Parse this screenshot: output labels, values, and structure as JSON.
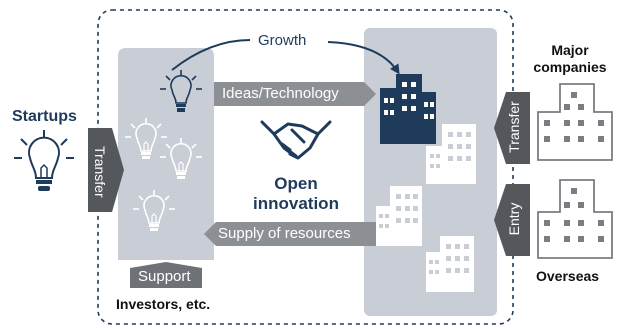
{
  "diagram": {
    "startups_label": "Startups",
    "startups_transfer_label": "Transfer",
    "growth_label": "Growth",
    "ideas_label": "Ideas/Technology",
    "supply_label": "Supply of resources",
    "support_label": "Support",
    "investors_label": "Investors, etc.",
    "open_innovation_line1": "Open",
    "open_innovation_line2": "innovation",
    "major_companies_line1": "Major",
    "major_companies_line2": "companies",
    "transfer_right_label": "Transfer",
    "entry_label": "Entry",
    "overseas_label": "Overseas"
  },
  "colors": {
    "navy": "#1f3b5c",
    "panel_gray": "#c9cdd5",
    "arrow_gray": "#8c8f94",
    "tab_dark": "#54575c",
    "building_gray": "#7a7d82"
  }
}
